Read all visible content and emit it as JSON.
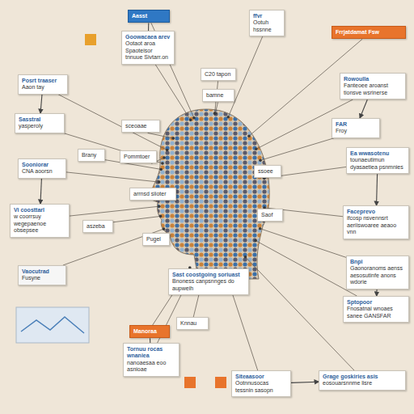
{
  "diagram": {
    "nodes": [
      {
        "text": [
          "Aasst"
        ]
      },
      {
        "text": [
          "Goowacaea arev",
          "Ootaot aroa Spaoteisor tnnuue Sivtarr.on"
        ]
      },
      {
        "text": [
          "ffvr",
          "Ootuh hssnne"
        ]
      },
      {
        "text": [
          "Frrjatdamat Fsw"
        ]
      },
      {
        "text": [
          "Posrt traaser",
          "Aaon tay"
        ]
      },
      {
        "text": [
          "C20 tapon"
        ]
      },
      {
        "text": [
          "bamne"
        ]
      },
      {
        "text": [
          "Rowoulla",
          "Fanteoee aroanst tionsve wsrinerse"
        ]
      },
      {
        "text": [
          "FAR",
          "Froy"
        ]
      },
      {
        "text": [
          "Sasstral",
          "yasperoly"
        ]
      },
      {
        "text": [
          "sceoaae"
        ]
      },
      {
        "text": [
          "Ea wwasotenu",
          "tounaeutimun dyasaetiea psnmnies"
        ]
      },
      {
        "text": [
          "Sooniorar",
          "CNA aoorsn"
        ]
      },
      {
        "text": [
          "Brany"
        ]
      },
      {
        "text": [
          "Pommtoer"
        ]
      },
      {
        "text": [
          "arrnsd siioter"
        ]
      },
      {
        "text": [
          "ssoee"
        ]
      },
      {
        "text": [
          "Faceprevo",
          "ifcosp nsvennsrt aeriiswoaree aeaoo vnn"
        ]
      },
      {
        "text": [
          "Vi coosttarl",
          "w coorrsuy wegepaenoe obsepsee"
        ]
      },
      {
        "text": [
          "aszeba"
        ]
      },
      {
        "text": [
          "Pugel"
        ]
      },
      {
        "text": [
          "Saof"
        ]
      },
      {
        "text": [
          "Sast coostgoing soriuast",
          "Bnoness canpsnnges do aupweih"
        ]
      },
      {
        "text": [
          "Bnpi",
          "Gaonoranoms aenss aesosutinfe anons wdorie"
        ]
      },
      {
        "text": [
          "Vaocutrad",
          "Fusyne"
        ]
      },
      {
        "text": [
          "Manoraa"
        ]
      },
      {
        "text": [
          "Knnau"
        ]
      },
      {
        "text": [
          "Tornuu rocas wnaniea",
          "nanoaesaa eoo asnioae"
        ]
      },
      {
        "text": [
          "Sptopoor",
          "Fnosatnai wnoaes sanee GANSFAR"
        ]
      },
      {
        "text": [
          "Siteaasoor",
          "Ootnnusocas tessnin sasopn"
        ]
      },
      {
        "text": [
          "Grage goskiries asis",
          "eosouarsnnme lisre"
        ]
      }
    ],
    "edges": [
      {
        "from": 0,
        "to": 1,
        "arrow": "none"
      },
      {
        "from": 4,
        "to": 9,
        "arrow": "to"
      },
      {
        "from": 12,
        "to": 18,
        "arrow": "to"
      },
      {
        "from": 7,
        "to": 8,
        "arrow": "to"
      },
      {
        "from": 11,
        "to": 17,
        "arrow": "to"
      },
      {
        "from": 25,
        "to": 27,
        "arrow": "none"
      },
      {
        "from": 23,
        "to": 28,
        "arrow": "to"
      },
      {
        "from": 29,
        "to": 30,
        "arrow": "to"
      }
    ]
  }
}
